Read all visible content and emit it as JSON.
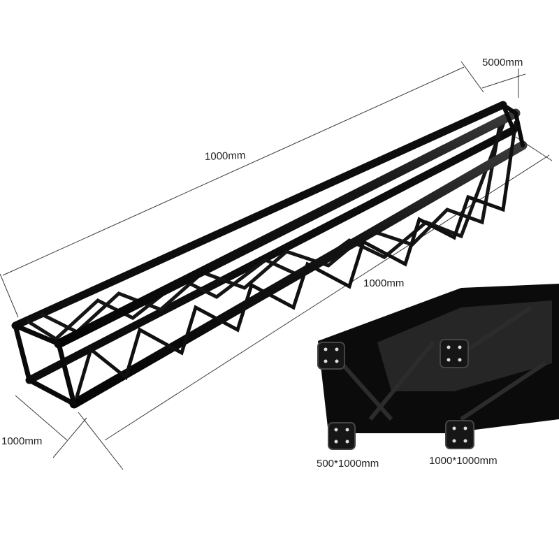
{
  "colors": {
    "background": "#ffffff",
    "truss": "#111111",
    "dimension_line": "#3a3a3a",
    "label_text": "#222222"
  },
  "dimension_labels": {
    "top_width": "5000mm",
    "main_length": "1000mm",
    "lower_length": "1000mm",
    "side_width": "1000mm"
  },
  "detail_labels": {
    "left_profile": "500*1000mm",
    "right_profile": "1000*1000mm"
  }
}
